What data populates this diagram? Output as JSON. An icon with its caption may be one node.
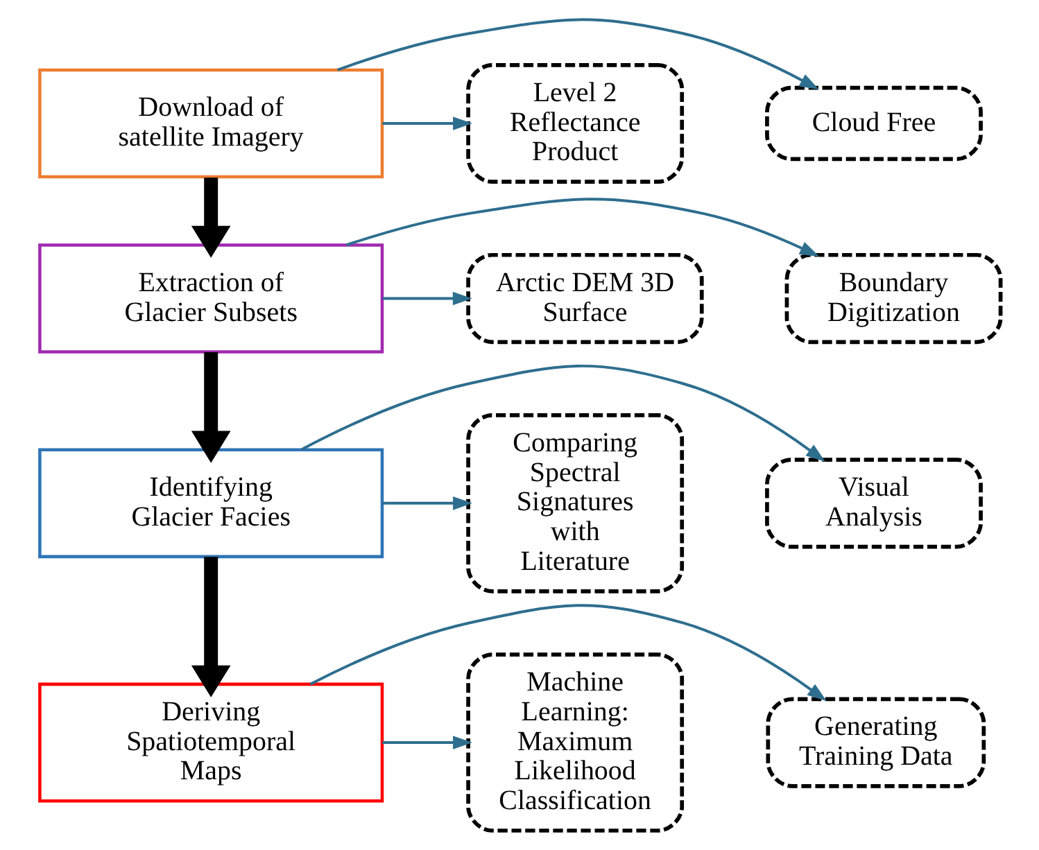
{
  "diagram": {
    "nodes": [
      {
        "text": [
          "Cloud Free"
        ]
      },
      {
        "text": [
          "Download of satellite Imagery"
        ]
      },
      {
        "text": [
          "Level 2 Reflectance Product"
        ]
      },
      {
        "text": [
          "Boundary Digitization"
        ]
      },
      {
        "text": [
          "Extraction of Glacier Subsets"
        ]
      },
      {
        "text": [
          "Arctic DEM 3D Surface"
        ]
      },
      {
        "text": [
          "Visual Analysis"
        ]
      },
      {
        "text": [
          "Identifying Glacier Facies"
        ]
      },
      {
        "text": [
          "Comparing Spectral Signatures with Literature"
        ]
      },
      {
        "text": [
          "Generating Training Data"
        ]
      },
      {
        "text": [
          "Deriving Spatiotemporal Maps"
        ]
      },
      {
        "text": [
          "Machine Learning: Maximum Likelihood Classification"
        ]
      }
    ],
    "edges": [
      {
        "from": 1,
        "to": 0,
        "arrow": "to"
      },
      {
        "from": 1,
        "to": 2,
        "arrow": "to"
      },
      {
        "from": 1,
        "to": 4,
        "arrow": "to",
        "style": "thick",
        "color": "#000000"
      },
      {
        "from": 4,
        "to": 3,
        "arrow": "to"
      },
      {
        "from": 4,
        "to": 5,
        "arrow": "to"
      },
      {
        "from": 4,
        "to": 7,
        "arrow": "to",
        "style": "thick",
        "color": "#000000"
      },
      {
        "from": 7,
        "to": 6,
        "arrow": "to"
      },
      {
        "from": 7,
        "to": 8,
        "arrow": "to"
      },
      {
        "from": 7,
        "to": 10,
        "arrow": "to",
        "style": "thick",
        "color": "#000000"
      },
      {
        "from": 10,
        "to": 9,
        "arrow": "to"
      },
      {
        "from": 10,
        "to": 11,
        "arrow": "to"
      }
    ]
  }
}
